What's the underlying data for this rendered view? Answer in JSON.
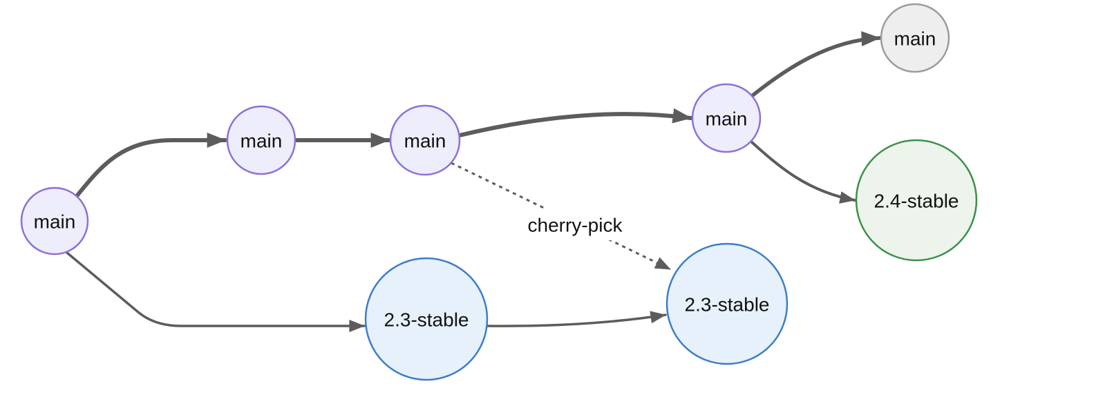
{
  "diagram": {
    "kind": "git-branch-graph",
    "background_color": "#ffffff",
    "text_color": "#111111",
    "edge_color": "#5c5c5c",
    "nodes": [
      {
        "id": "main-commit-1",
        "label": "main",
        "branch": "main",
        "fill": "#eeedfb",
        "stroke": "#8e6fd8"
      },
      {
        "id": "main-commit-2",
        "label": "main",
        "branch": "main",
        "fill": "#eeedfb",
        "stroke": "#8e6fd8"
      },
      {
        "id": "main-commit-3",
        "label": "main",
        "branch": "main",
        "fill": "#eeedfb",
        "stroke": "#8e6fd8"
      },
      {
        "id": "main-commit-4",
        "label": "main",
        "branch": "main",
        "fill": "#eeedfb",
        "stroke": "#8e6fd8"
      },
      {
        "id": "main-head",
        "label": "main",
        "branch": "main",
        "fill": "#eeeeee",
        "stroke": "#9b9b9b"
      },
      {
        "id": "stable-2-4",
        "label": "2.4-stable",
        "branch": "2.4-stable",
        "fill": "#ecf4ec",
        "stroke": "#3e8e49"
      },
      {
        "id": "stable-2-3-a",
        "label": "2.3-stable",
        "branch": "2.3-stable",
        "fill": "#e6f1fb",
        "stroke": "#3d7cc9"
      },
      {
        "id": "stable-2-3-b",
        "label": "2.3-stable",
        "branch": "2.3-stable",
        "fill": "#e6f1fb",
        "stroke": "#3d7cc9"
      }
    ],
    "edges": [
      {
        "from": "main-commit-1",
        "to": "main-commit-2",
        "style": "solid-thick",
        "label": ""
      },
      {
        "from": "main-commit-2",
        "to": "main-commit-3",
        "style": "solid-thick",
        "label": ""
      },
      {
        "from": "main-commit-3",
        "to": "main-commit-4",
        "style": "solid-thick",
        "label": ""
      },
      {
        "from": "main-commit-4",
        "to": "main-head",
        "style": "solid-thick",
        "label": ""
      },
      {
        "from": "main-commit-4",
        "to": "stable-2-4",
        "style": "solid-medium",
        "label": ""
      },
      {
        "from": "main-commit-1",
        "to": "stable-2-3-a",
        "style": "solid-thin",
        "label": ""
      },
      {
        "from": "stable-2-3-a",
        "to": "stable-2-3-b",
        "style": "solid-thin",
        "label": ""
      },
      {
        "from": "main-commit-3",
        "to": "stable-2-3-b",
        "style": "dotted",
        "label": "cherry-pick"
      }
    ]
  }
}
